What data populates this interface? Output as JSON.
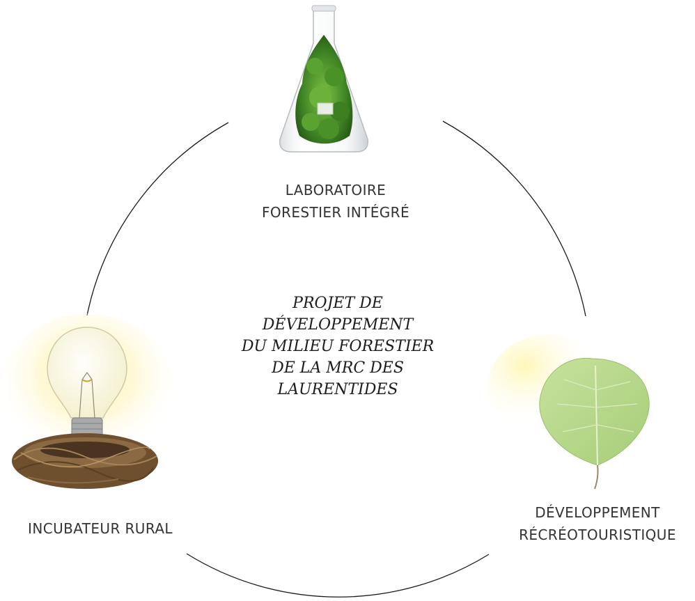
{
  "center": {
    "lines": [
      "PROJET DE",
      "DÉVELOPPEMENT",
      "DU MILIEU FORESTIER",
      "DE LA MRC DES",
      "LAURENTIDES"
    ]
  },
  "nodes": {
    "top": {
      "icon": "flask-with-tree-icon",
      "lines": [
        "LABORATOIRE",
        "FORESTIER INTÉGRÉ"
      ]
    },
    "left": {
      "icon": "lightbulb-in-nest-icon",
      "lines": [
        "INCUBATEUR RURAL"
      ]
    },
    "right": {
      "icon": "leaf-icon",
      "lines": [
        "DÉVELOPPEMENT",
        "RÉCRÉOTOURISTIQUE"
      ]
    }
  },
  "colors": {
    "ring": "#1a1a1a",
    "text": "#333333",
    "leaf": "#b9d98a",
    "foliage": "#4f8f2a",
    "glow": "#fff3a0",
    "nest": "#7a5a36"
  }
}
